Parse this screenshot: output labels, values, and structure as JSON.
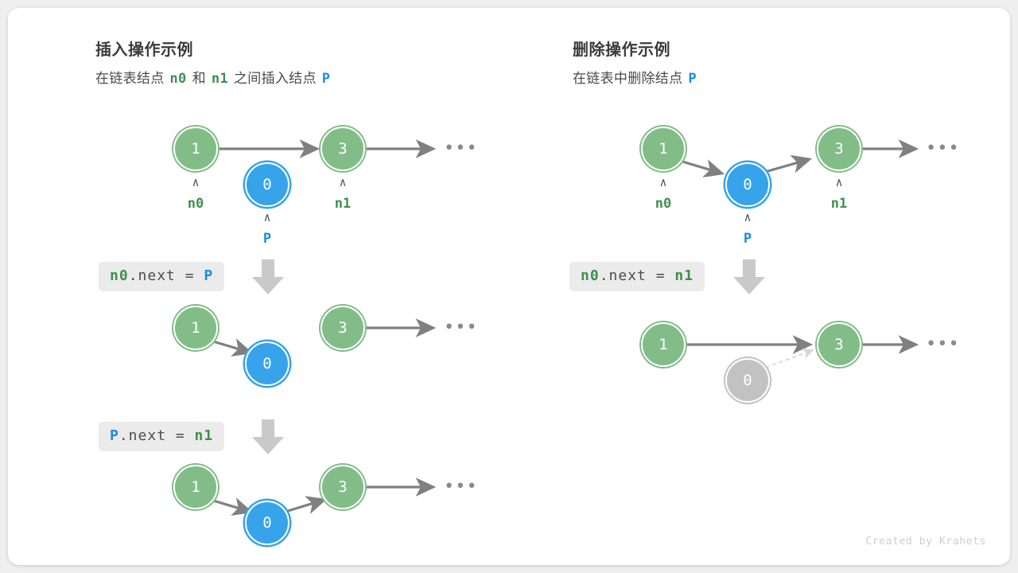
{
  "canvas": {
    "background": "#efefef",
    "card_background": "#ffffff"
  },
  "colors": {
    "green_node": "#82bd88",
    "blue_node": "#36a3eb",
    "gray_node": "#c2c2c2",
    "green_text": "#3f8f4f",
    "blue_text": "#1a8bdc",
    "arrow": "#808080",
    "chip_background": "#ebebeb",
    "title_text": "#3c3c3c"
  },
  "left_panel": {
    "title": "插入操作示例",
    "subtitle": {
      "part1": "在链表结点",
      "var1": "n0",
      "part2": "和",
      "var2": "n1",
      "part3": "之间插入结点",
      "var3": "P"
    },
    "steps": [
      {
        "code": {
          "target": "n0",
          "member": ".next = ",
          "value": "P"
        },
        "arrow_icon": "down-arrow-icon"
      },
      {
        "code": {
          "target": "P",
          "member": ".next = ",
          "value": "n1"
        },
        "arrow_icon": "down-arrow-icon"
      }
    ],
    "rows": [
      {
        "name": "initial-state",
        "nodes": [
          {
            "value": "1",
            "kind": "green",
            "pointer": "n0",
            "pointer_color": "green"
          },
          {
            "value": "0",
            "kind": "blue",
            "pointer": "P",
            "pointer_color": "blue"
          },
          {
            "value": "3",
            "kind": "green",
            "pointer": "n1",
            "pointer_color": "green"
          }
        ],
        "ellipsis": "•••"
      },
      {
        "name": "after-n0-next-p",
        "nodes": [
          {
            "value": "1",
            "kind": "green"
          },
          {
            "value": "0",
            "kind": "blue"
          },
          {
            "value": "3",
            "kind": "green"
          }
        ],
        "ellipsis": "•••"
      },
      {
        "name": "after-p-next-n1",
        "nodes": [
          {
            "value": "1",
            "kind": "green"
          },
          {
            "value": "0",
            "kind": "blue"
          },
          {
            "value": "3",
            "kind": "green"
          }
        ],
        "ellipsis": "•••"
      }
    ]
  },
  "right_panel": {
    "title": "删除操作示例",
    "subtitle": {
      "part1": "在链表中删除结点",
      "var1": "P"
    },
    "steps": [
      {
        "code": {
          "target": "n0",
          "member": ".next = ",
          "value": "n1"
        },
        "arrow_icon": "down-arrow-icon"
      }
    ],
    "rows": [
      {
        "name": "initial-state",
        "nodes": [
          {
            "value": "1",
            "kind": "green",
            "pointer": "n0",
            "pointer_color": "green"
          },
          {
            "value": "0",
            "kind": "blue",
            "pointer": "P",
            "pointer_color": "blue"
          },
          {
            "value": "3",
            "kind": "green",
            "pointer": "n1",
            "pointer_color": "green"
          }
        ],
        "ellipsis": "•••"
      },
      {
        "name": "after-deletion",
        "nodes": [
          {
            "value": "1",
            "kind": "green"
          },
          {
            "value": "0",
            "kind": "gray"
          },
          {
            "value": "3",
            "kind": "green"
          }
        ],
        "ellipsis": "•••"
      }
    ]
  },
  "credit": "Created by Krahets"
}
